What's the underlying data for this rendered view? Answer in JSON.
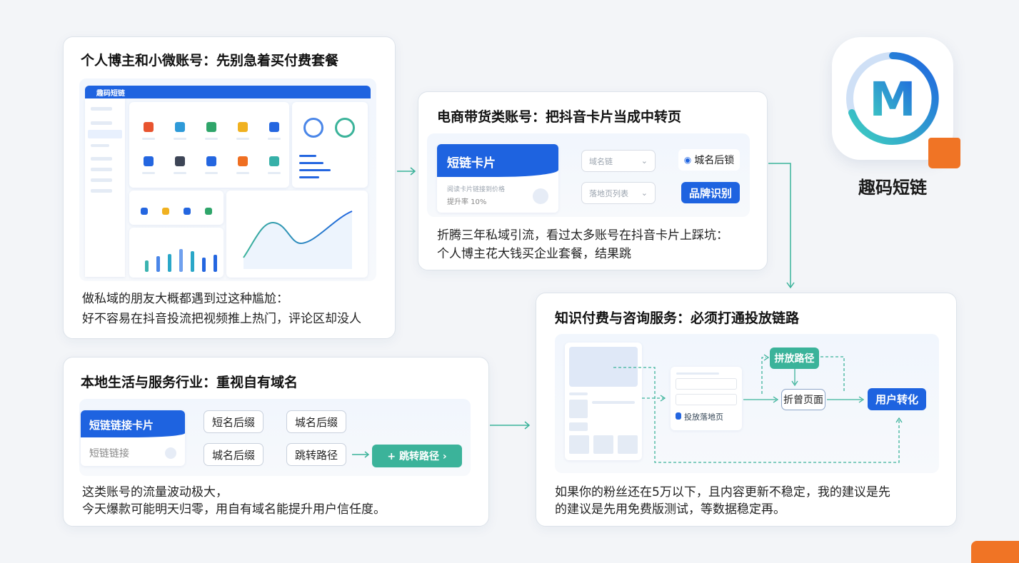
{
  "card1": {
    "title": "个人博主和小微账号：先别急着买付费套餐",
    "lines": [
      "做私域的朋友大概都遇到过这种尴尬：",
      "好不容易在抖音投流把视频推上热门，评论区却没人"
    ],
    "dashboard": {
      "app_name": "趣码短链",
      "icon_colors": [
        "#e8542f",
        "#2e9ad8",
        "#2fa56a",
        "#f0b120",
        "#2466e0",
        "#2466e0",
        "#3d4556",
        "#2466e0",
        "#ef6f22",
        "#36b0a8"
      ]
    }
  },
  "card2": {
    "title": "电商带货类账号：把抖音卡片当成中转页",
    "lines": [
      "折腾三年私域引流，看过太多账号在抖音卡片上踩坑：",
      "个人博主花大钱买企业套餐，结果跳"
    ],
    "card_title": "短链卡片",
    "card_sub": "阅读卡片链接到价格",
    "card_rate": "提升率 10%",
    "select1": "域名链",
    "select2": "落地页列表",
    "domain_lock": "城名后锁",
    "brand_button": "品牌识别"
  },
  "card3": {
    "title": "本地生活与服务行业：重视自有域名",
    "lines": [
      "这类账号的流量波动极大，",
      "今天爆款可能明天归零，用自有域名能提升用户信任度。"
    ],
    "card_title": "短链链接卡片",
    "card_sub": "短链链接",
    "pills": [
      "短名后缀",
      "城名后缀",
      "城名后缀",
      "跳转路径"
    ],
    "action": "+ 跳转路径 ›"
  },
  "card4": {
    "title": "知识付费与咨询服务：必须打通投放链路",
    "lines": [
      "如果你的粉丝还在5万以下，且内容更新不稳定，我的建议是先",
      "的建议是先用免费版测试，等数据稳定再。"
    ],
    "flow": {
      "path": "拼放路径",
      "page": "折曾页面",
      "convert": "用户转化",
      "form_label": "投放落地页"
    }
  },
  "brand": {
    "name": "趣码短链",
    "logo_letter": "M",
    "colors": {
      "blue": "#1e63e0",
      "teal": "#3bb39a",
      "orange": "#f07425"
    }
  }
}
